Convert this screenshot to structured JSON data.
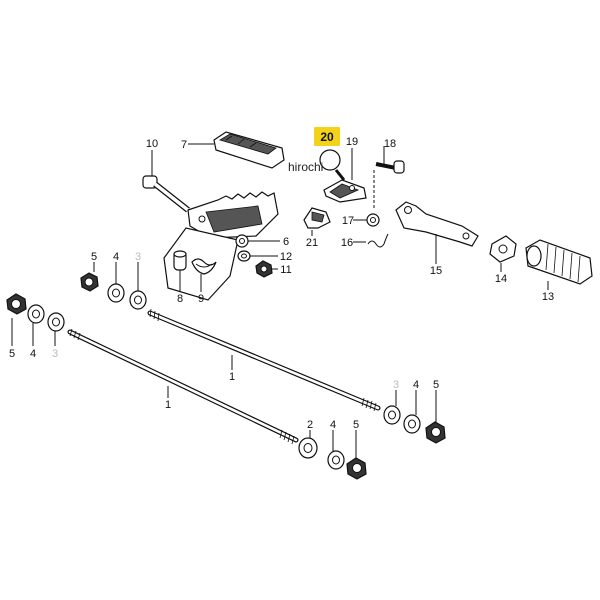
{
  "watermark": "hirochi",
  "highlighted": "20",
  "labels": {
    "l1a": "1",
    "l1b": "1",
    "l2": "2",
    "l3a": "3",
    "l3b": "3",
    "l3c": "3",
    "l4a": "4",
    "l4b": "4",
    "l4c": "4",
    "l5a": "5",
    "l5b": "5",
    "l5c": "5",
    "l5d": "5",
    "l6": "6",
    "l7": "7",
    "l8": "8",
    "l9": "9",
    "l10": "10",
    "l11": "11",
    "l12": "12",
    "l13": "13",
    "l14": "14",
    "l15": "15",
    "l16": "16",
    "l17": "17",
    "l18": "18",
    "l19": "19",
    "l21": "21"
  },
  "colors": {
    "highlight": "#f3d21a",
    "ink": "#111111",
    "faded_label": "#bbbbbb"
  }
}
